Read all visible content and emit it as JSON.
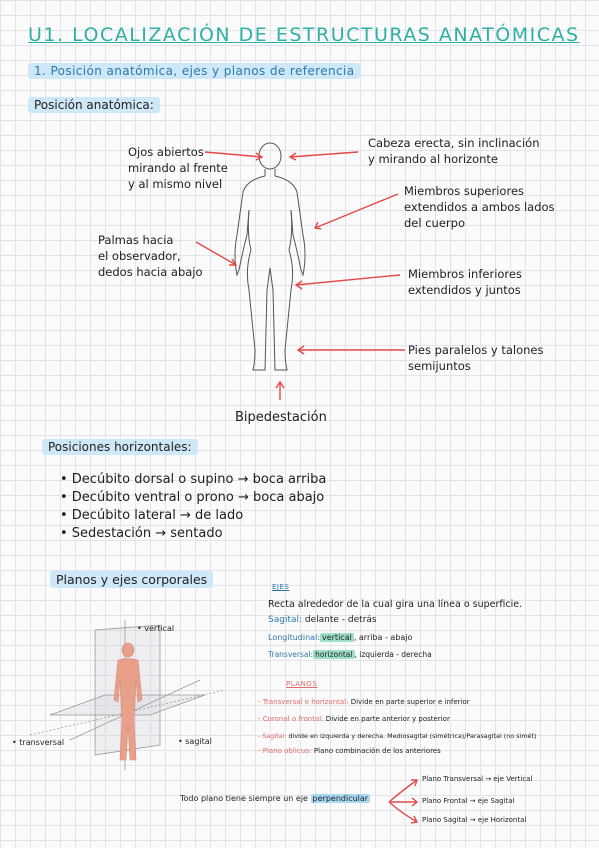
{
  "title": "U1. LOCALIZACIÓN DE ESTRUCTURAS ANATÓMICAS",
  "section1": "1. Posición anatómica, ejes y planos de referencia",
  "posicion_heading": "Posición anatómica:",
  "labels": {
    "ojos": [
      "Ojos abiertos",
      "mirando al frente",
      "y al mismo nivel"
    ],
    "cabeza": [
      "Cabeza erecta, sin inclinación",
      "y mirando al horizonte"
    ],
    "miembros_sup": [
      "Miembros superiores",
      "extendidos a ambos lados",
      "del cuerpo"
    ],
    "palmas": [
      "Palmas hacia",
      "el observador,",
      "dedos hacia abajo"
    ],
    "miembros_inf": [
      "Miembros inferiores",
      "extendidos y juntos"
    ],
    "pies": [
      "Pies paralelos y talones",
      "semijuntos"
    ],
    "bipedestacion": "Bipedestación"
  },
  "horizontales_heading": "Posiciones horizontales:",
  "horizontales": [
    "• Decúbito dorsal o supino → boca arriba",
    "• Decúbito ventral o prono → boca abajo",
    "• Decúbito lateral → de lado",
    "• Sedestación → sentado"
  ],
  "planos_heading": "Planos y ejes corporales",
  "diagram_labels": {
    "vertical": "• vertical",
    "transversal": "• transversal",
    "sagital": "• sagital"
  },
  "ejes": {
    "heading": "EJES",
    "intro": "Recta alrededor de la cual gira una línea o superficie.",
    "sagital_label": "Sagital:",
    "sagital_text": "delante - detrás",
    "longitudinal_label": "Longitudinal:",
    "longitudinal_mark": "vertical",
    "longitudinal_text": ", arriba - abajo",
    "transversal_label": "Transversal:",
    "transversal_mark": "horizontal",
    "transversal_text": ", izquierda - derecha"
  },
  "planos": {
    "heading": "PLANOS",
    "items": [
      {
        "label": "- Transversal o horizontal:",
        "text": " Divide en parte superior e inferior"
      },
      {
        "label": "- Coronal o frontal:",
        "text": " Divide en parte anterior y posterior"
      },
      {
        "label": "- Sagital:",
        "text": " divide en izquierda y derecha. Mediosagital (simétrica)/Parasagital (no simét)"
      },
      {
        "label": "- Plano oblicuo:",
        "text": " Plano combinación de los anteriores"
      }
    ]
  },
  "final": {
    "lead": "Todo plano tiene siempre un eje",
    "mark": "perpendicular",
    "pairs": [
      "Plano Transversal → eje Vertical",
      "Plano Frontal → eje Sagital",
      "Plano Sagital → eje Horizontal"
    ]
  },
  "colors": {
    "title": "#2fb0a4",
    "blue_text": "#2b79ad",
    "highlight_blue": "#cfe8f7",
    "arrow_red": "#e44848",
    "mark_green": "#9ee0c7",
    "mark_blue": "#a9d8f2",
    "body_skin": "#e9a08a"
  }
}
